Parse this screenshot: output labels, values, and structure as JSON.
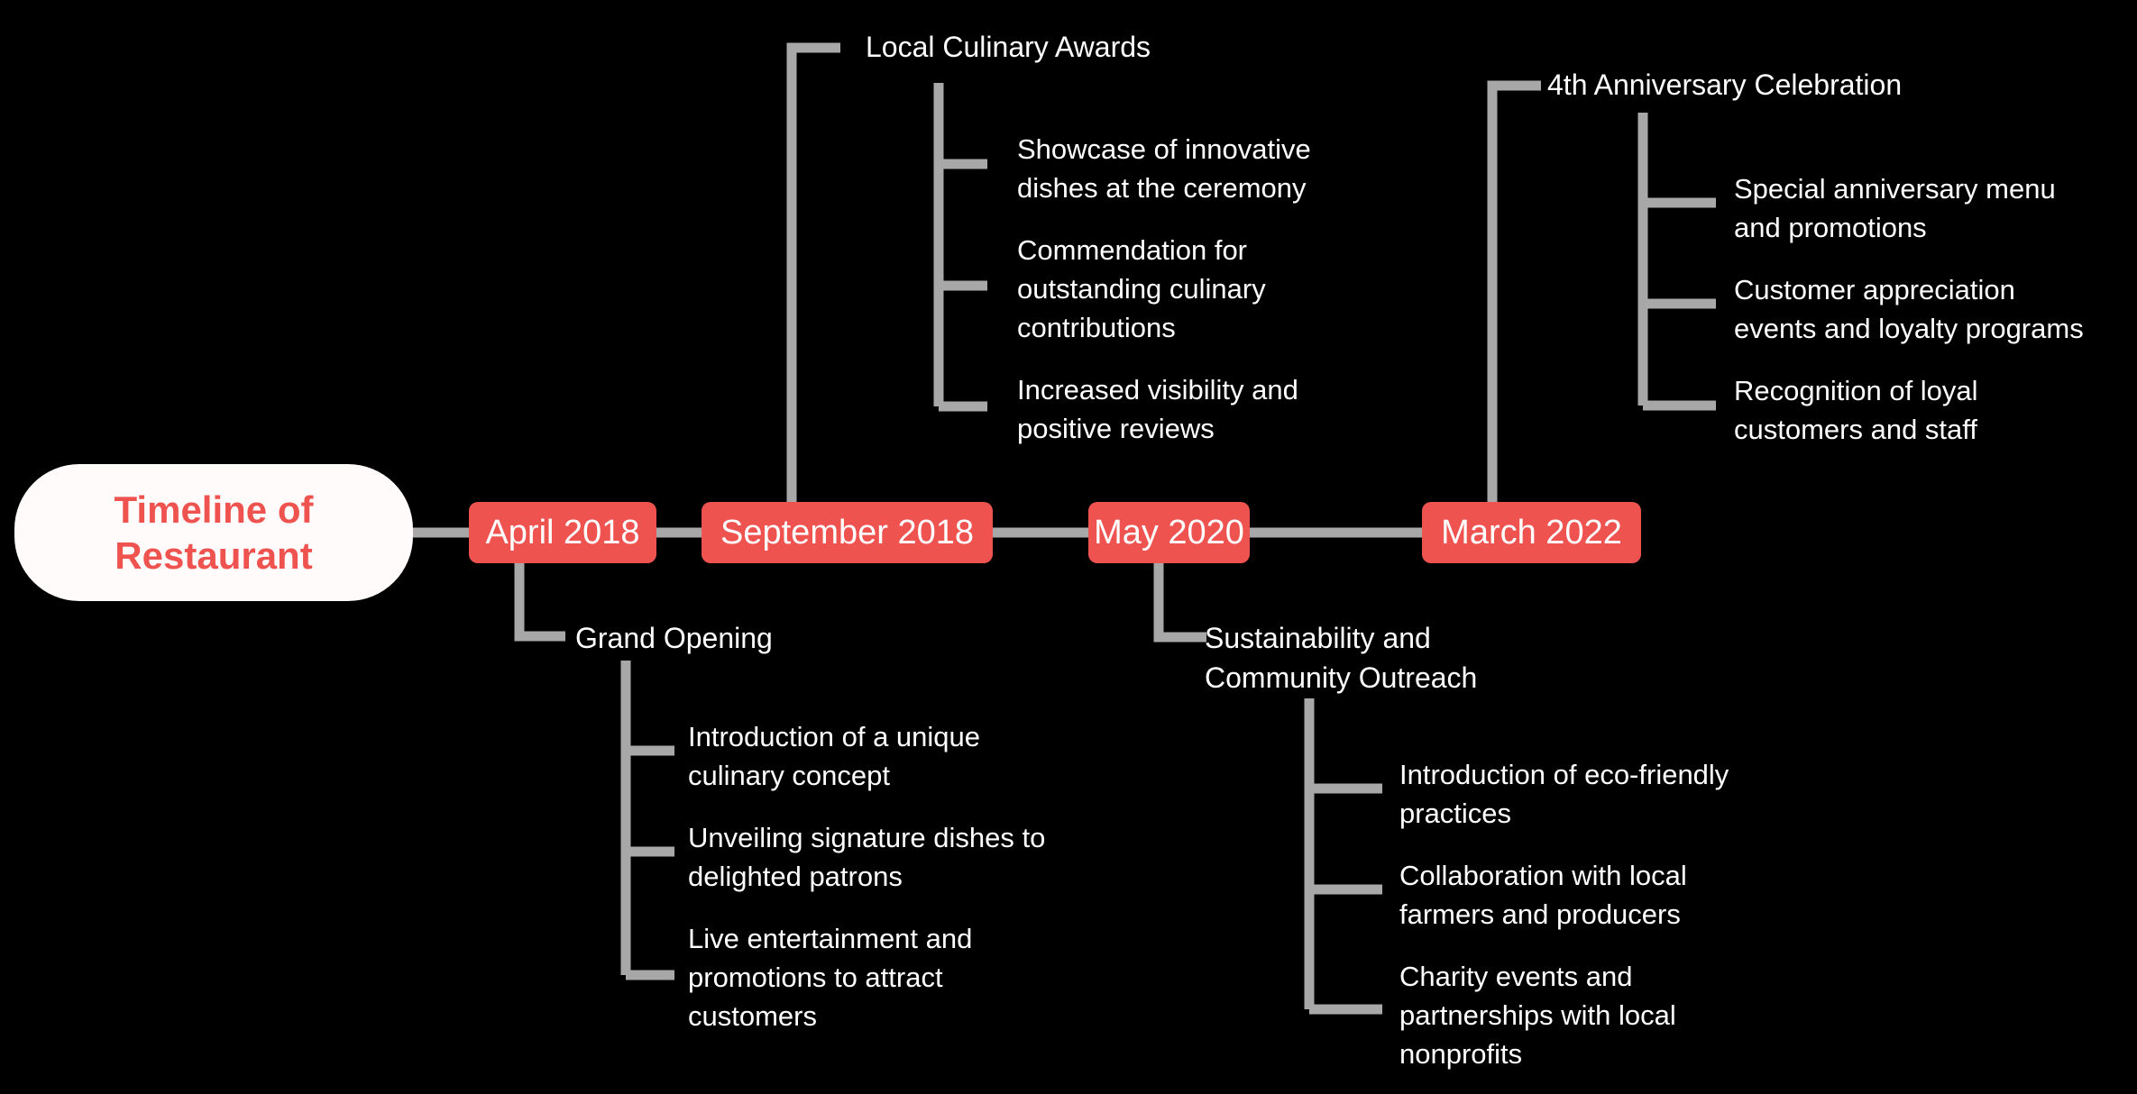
{
  "diagram": {
    "type": "timeline-mindmap",
    "background_color": "#000000",
    "accent_color": "#EF5350",
    "line_color": "#A8A8A8",
    "text_color": "#FFFFFF",
    "root": {
      "label": "Timeline of\nRestaurant"
    },
    "milestones": [
      {
        "id": "april-2018",
        "date_label": "April 2018",
        "event": "Grand Opening",
        "event_side": "below",
        "details": [
          "Introduction of a unique\nculinary concept",
          "Unveiling signature dishes to\ndelighted patrons",
          "Live entertainment and\npromotions to attract\ncustomers"
        ]
      },
      {
        "id": "september-2018",
        "date_label": "September 2018",
        "event": "Local Culinary Awards",
        "event_side": "above",
        "details": [
          "Showcase of innovative\ndishes at the ceremony",
          "Commendation for\noutstanding culinary\ncontributions",
          "Increased visibility and\npositive reviews"
        ]
      },
      {
        "id": "may-2020",
        "date_label": "May 2020",
        "event": "Sustainability and\nCommunity Outreach",
        "event_side": "below",
        "details": [
          "Introduction of eco-friendly\npractices",
          "Collaboration with local\nfarmers and producers",
          "Charity events and\npartnerships with local\nnonprofits"
        ]
      },
      {
        "id": "march-2022",
        "date_label": "March 2022",
        "event": "4th Anniversary Celebration",
        "event_side": "above",
        "details": [
          "Special anniversary menu\nand promotions",
          "Customer appreciation\nevents and loyalty programs",
          "Recognition of loyal\ncustomers and staff"
        ]
      }
    ]
  }
}
